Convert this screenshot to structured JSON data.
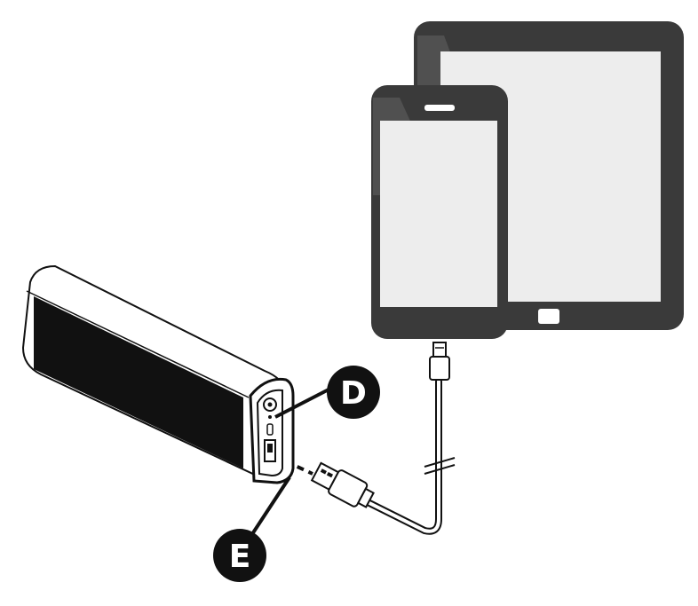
{
  "callouts": {
    "d": "D",
    "e": "E"
  },
  "colors": {
    "device_frame": "#3a3a3a",
    "device_frame_highlight": "#5a5a5a",
    "screen": "#ededed",
    "line": "#111111",
    "speaker_grille": "#111111",
    "cable_fill": "#ffffff",
    "background": "#ffffff"
  },
  "icons": [
    "power-bank",
    "smartphone",
    "tablet",
    "usb-a-plug",
    "micro-usb-plug",
    "usb-cable"
  ]
}
